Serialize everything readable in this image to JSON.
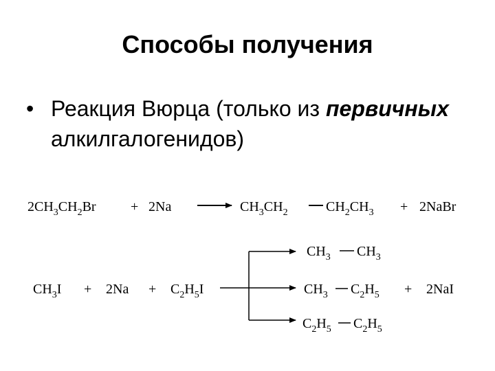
{
  "slide": {
    "title": "Способы получения",
    "bullet": {
      "dot": "•",
      "text_before": "Реакция Вюрца (только из ",
      "text_emphasis": "первичных",
      "text_after": " алкилгалогенидов)"
    }
  },
  "reaction1": {
    "reactant1_coef": "2",
    "reactant1": [
      "CH",
      "3",
      "CH",
      "2",
      "Br"
    ],
    "plus1": "+",
    "reactant2": "2Na",
    "product1a": [
      "CH",
      "3",
      "CH",
      "2"
    ],
    "product1b": [
      "CH",
      "2",
      "CH",
      "3"
    ],
    "plus2": "+",
    "product2": "2NaBr"
  },
  "reaction2": {
    "reactant1": [
      "CH",
      "3",
      "I"
    ],
    "plus1": "+",
    "reactant2": "2Na",
    "plus2": "+",
    "reactant3": [
      "C",
      "2",
      "H",
      "5",
      "I"
    ],
    "product_a": {
      "left": [
        "CH",
        "3"
      ],
      "right": [
        "CH",
        "3"
      ]
    },
    "product_b": {
      "left": [
        "CH",
        "3"
      ],
      "right": [
        "C",
        "2",
        "H",
        "5"
      ]
    },
    "product_c": {
      "left": [
        "C",
        "2",
        "H",
        "5"
      ],
      "right": [
        "C",
        "2",
        "H",
        "5"
      ]
    },
    "plus3": "+",
    "byproduct": "2NaI"
  }
}
